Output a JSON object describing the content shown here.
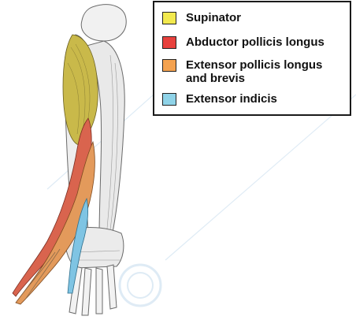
{
  "legend": {
    "items": [
      {
        "label": "Supinator",
        "color": "#f2e94e"
      },
      {
        "label": "Abductor pollicis longus",
        "color": "#e8413d"
      },
      {
        "label": "Extensor pollicis longus\nand brevis",
        "color": "#f4a24f"
      },
      {
        "label": "Extensor indicis",
        "color": "#8fd3e8"
      }
    ]
  },
  "illustration": {
    "subject": "forearm-deep-extensor-muscles",
    "muscle_colors": {
      "supinator": "#c9b94a",
      "abductor_pollicis_longus": "#d9644e",
      "extensor_pollicis": "#e39a5b",
      "extensor_indicis": "#7fc4e3"
    }
  }
}
